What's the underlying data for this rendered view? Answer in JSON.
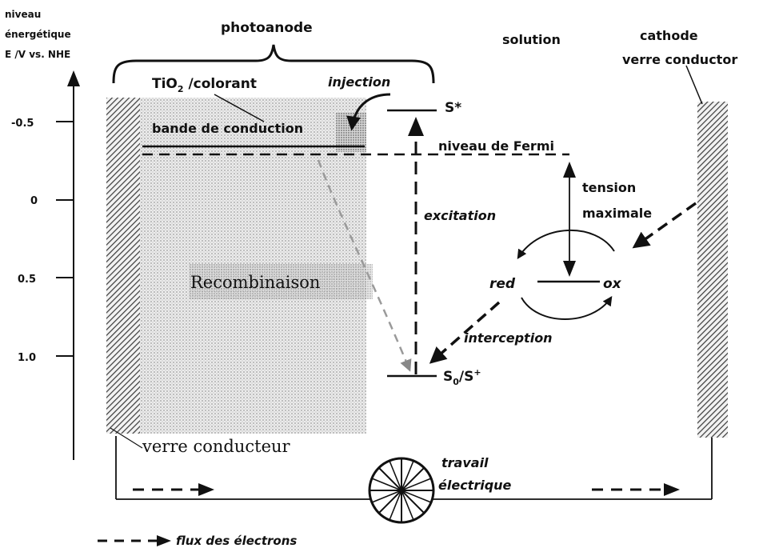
{
  "axis": {
    "title_line1": "niveau",
    "title_line2": "énergétique",
    "title_line3": "E /V vs. NHE",
    "ticks": [
      "-0.5",
      "0",
      "0.5",
      "1.0"
    ]
  },
  "labels": {
    "photoanode": "photoanode",
    "tio2": "TiO",
    "tio2_sub": "2",
    "tio2_rest": " /colorant",
    "injection": "injection",
    "solution": "solution",
    "cathode_line1": "cathode",
    "cathode_line2": "verre conductor",
    "bande_conduction": "bande de conduction",
    "s_star": "S*",
    "niveau_fermi": "niveau de Fermi",
    "tension_line1": "tension",
    "tension_line2": "maximale",
    "excitation": "excitation",
    "recombinaison": "Recombinaison",
    "red": "red",
    "ox": "ox",
    "interception": "interception",
    "s0": "S",
    "s0_sub": "0",
    "s0_rest": "/S",
    "s0_sup": "+",
    "verre_conducteur": "verre conducteur",
    "travail_line1": "travail",
    "travail_line2": "électrique",
    "legend_flux": "flux des électrons"
  },
  "colors": {
    "ink": "#111111",
    "hatch": "#3a3a3a",
    "stipple": "#bdbdbd",
    "recomb_arrow": "#9a9a9a"
  }
}
